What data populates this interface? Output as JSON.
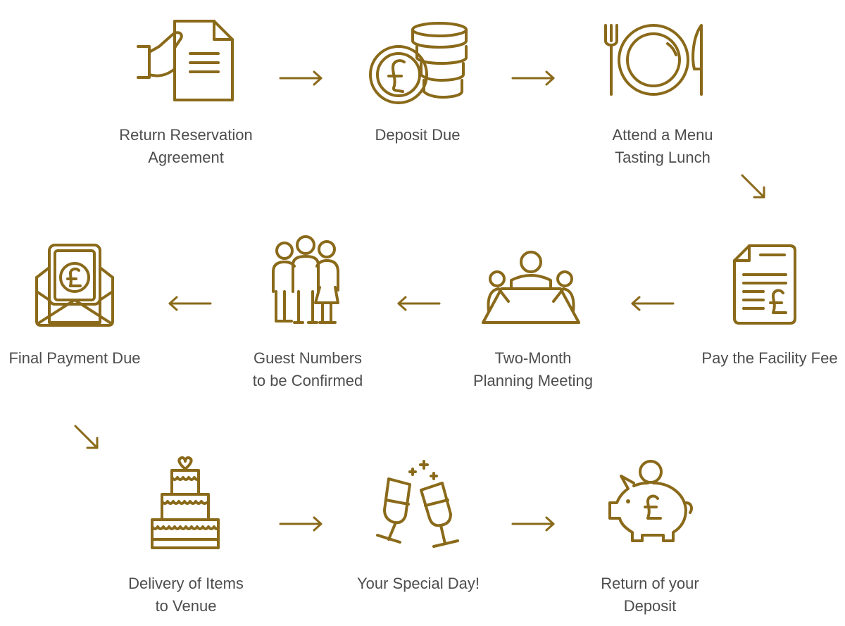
{
  "theme": {
    "icon_color": "#8a6a1a",
    "text_color": "#4d4d4d"
  },
  "steps": [
    {
      "label": "Return Reservation\nAgreement",
      "icon": "document-hand-icon"
    },
    {
      "label": "Deposit Due",
      "icon": "coins-pound-icon"
    },
    {
      "label": "Attend a Menu\nTasting Lunch",
      "icon": "plate-cutlery-icon"
    },
    {
      "label": "Pay the Facility Fee",
      "icon": "invoice-pound-icon"
    },
    {
      "label": "Two-Month\nPlanning Meeting",
      "icon": "meeting-table-icon"
    },
    {
      "label": "Guest Numbers\nto be Confirmed",
      "icon": "guests-group-icon"
    },
    {
      "label": "Final Payment Due",
      "icon": "envelope-payment-icon"
    },
    {
      "label": "Delivery of Items\nto Venue",
      "icon": "wedding-cake-icon"
    },
    {
      "label": "Your Special Day!",
      "icon": "champagne-glasses-icon"
    },
    {
      "label": "Return of your\nDeposit",
      "icon": "piggy-bank-icon"
    }
  ],
  "arrows": [
    {
      "direction": "right"
    },
    {
      "direction": "right"
    },
    {
      "direction": "down-right"
    },
    {
      "direction": "left"
    },
    {
      "direction": "left"
    },
    {
      "direction": "left"
    },
    {
      "direction": "down-right"
    },
    {
      "direction": "right"
    },
    {
      "direction": "right"
    }
  ]
}
